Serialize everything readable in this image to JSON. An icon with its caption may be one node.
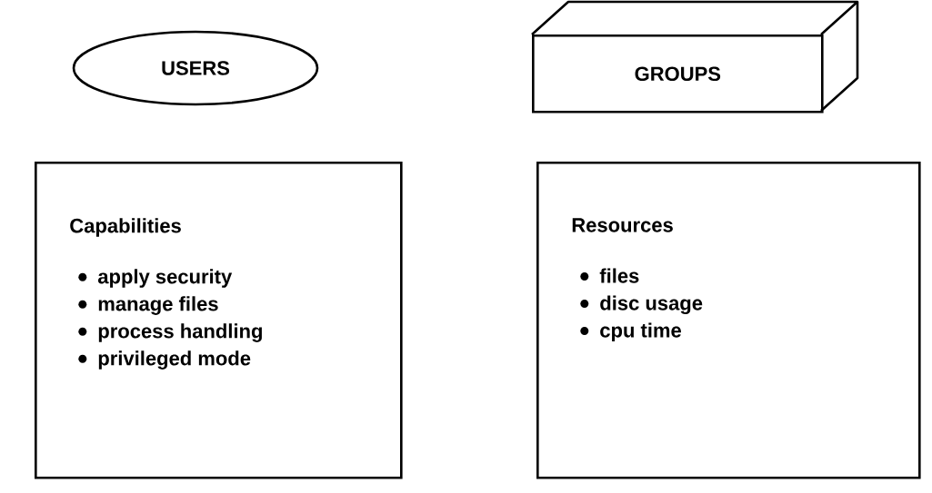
{
  "diagram": {
    "nodes": [
      {
        "text": [
          "USERS"
        ]
      },
      {
        "text": [
          "GROUPS"
        ]
      },
      {
        "text": [
          "Capabilities",
          "apply security",
          "manage files",
          "process handling",
          "privileged mode"
        ]
      },
      {
        "text": [
          "Resources",
          "files",
          "disc usage",
          "cpu time"
        ]
      }
    ]
  }
}
